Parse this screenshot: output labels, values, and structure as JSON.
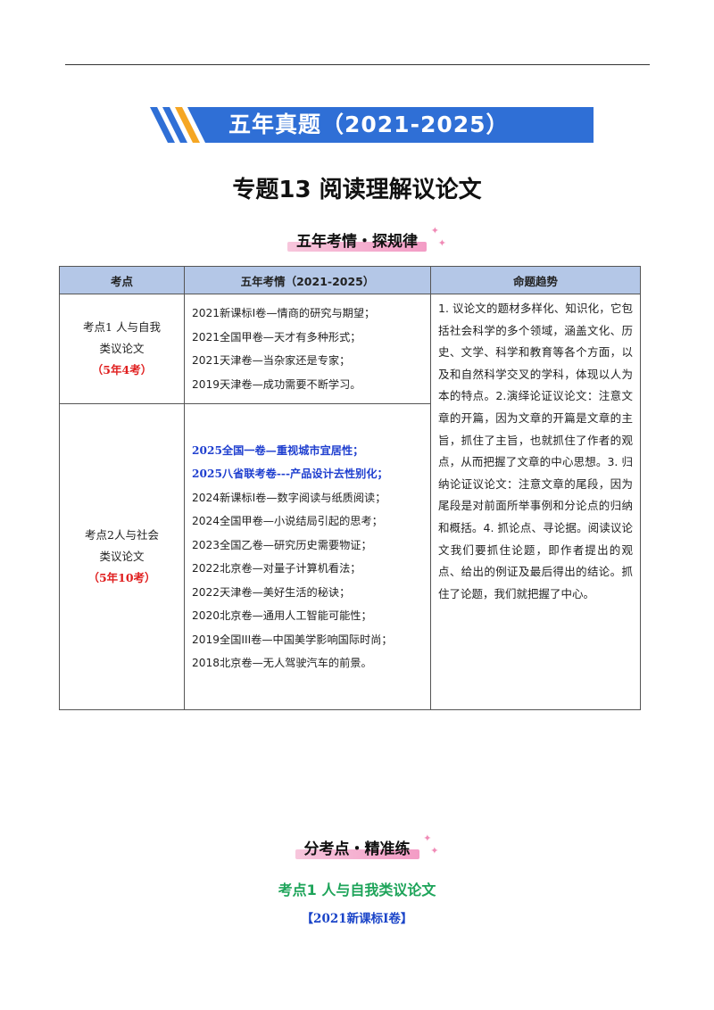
{
  "banner": {
    "title": "五年真题（2021-2025）"
  },
  "main_title": "专题13  阅读理解议论文",
  "section1": {
    "label": "五年考情・探规律"
  },
  "table": {
    "headers": [
      "考点",
      "五年考情（2021-2025）",
      "命题趋势"
    ],
    "rows": [
      {
        "kaodian": "考点1 人与自我类议论文",
        "count": "（5年4考）",
        "items": [
          "2021新课标I卷—情商的研究与期望；",
          "2021全国甲卷—天才有多种形式；",
          "2021天津卷—当杂家还是专家；",
          "2019天津卷—成功需要不断学习。"
        ]
      },
      {
        "kaodian": "考点2人与社会类议论文",
        "count": "（5年10考）",
        "highlight_items": [
          "2025全国一卷—重视城市宜居性；",
          "2025八省联考卷---产品设计去性别化；"
        ],
        "items": [
          "2024新课标I卷—数字阅读与纸质阅读；",
          "2024全国甲卷—小说结局引起的思考；",
          "2023全国乙卷—研究历史需要物证；",
          "2022北京卷—对量子计算机看法；",
          "2022天津卷—美好生活的秘诀；",
          "2020北京卷—通用人工智能可能性；",
          "2019全国III卷—中国美学影响国际时尚；",
          "2018北京卷—无人驾驶汽车的前景。"
        ]
      }
    ],
    "trend": "1. 议论文的题材多样化、知识化，它包括社会科学的多个领域，涵盖文化、历史、文学、科学和教育等各个方面，以及和自然科学交叉的学科，体现以人为本的特点。2.演绎论证议论文：注意文章的开篇，因为文章的开篇是文章的主旨，抓住了主旨，也就抓住了作者的观点，从而把握了文章的中心思想。3. 归纳论证议论文：注意文章的尾段，因为尾段是对前面所举事例和分论点的归纳和概括。4. 抓论点、寻论据。阅读议论文我们要抓住论题，即作者提出的观点、给出的例证及最后得出的结论。抓住了论题，我们就把握了中心。"
  },
  "section2": {
    "label": "分考点・精准练"
  },
  "sub_title": "考点1  人与自我类议论文",
  "source": "【2021新课标I卷】"
}
